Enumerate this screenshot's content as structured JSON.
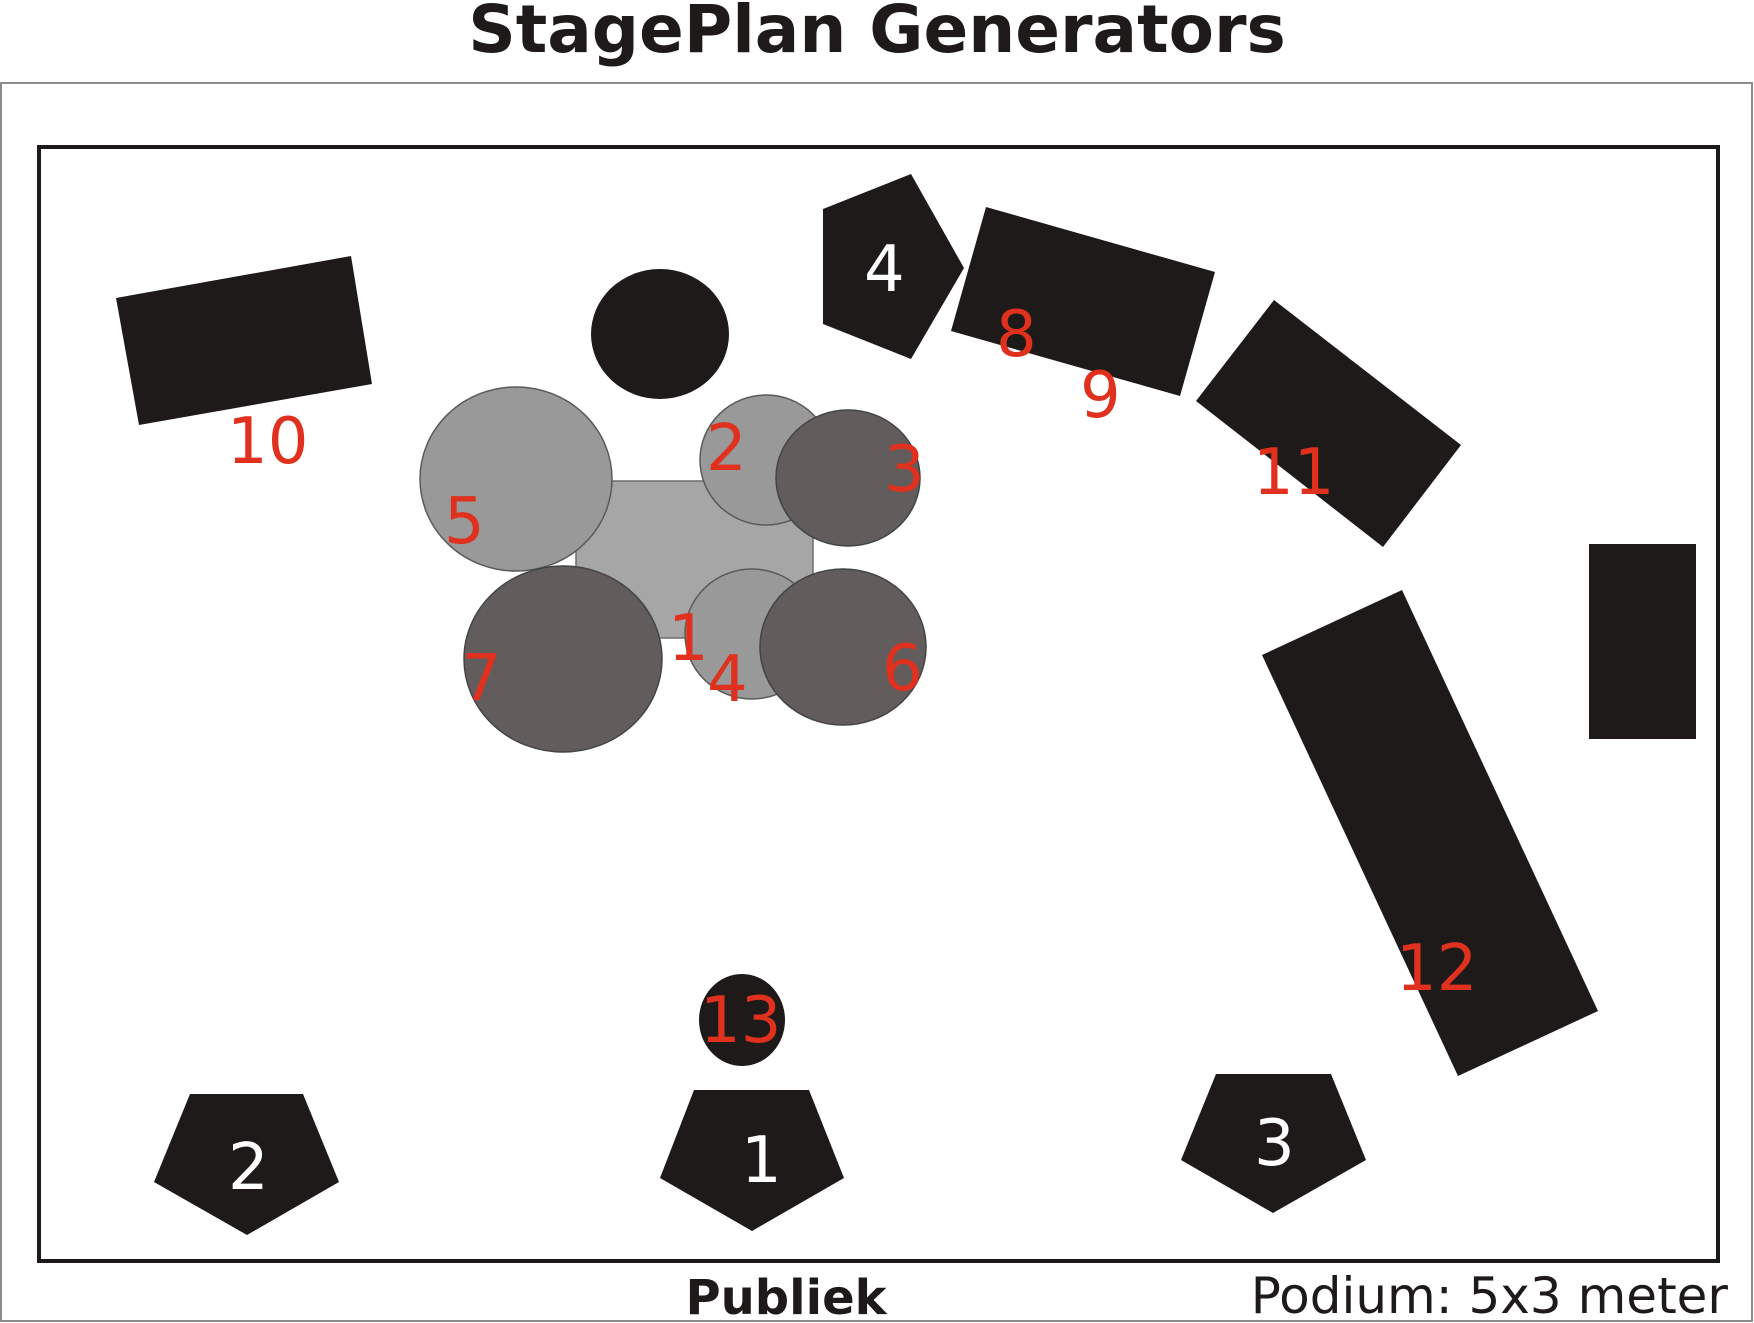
{
  "title": "StagePlan Generators",
  "footer": {
    "audience": "Publiek",
    "stage_size": "Podium: 5x3 meter"
  },
  "colors": {
    "equipment": "#1e1a19",
    "drum_light": "#999999",
    "drum_dark": "#625c5d",
    "drum_riser": "#a6a6a6",
    "label_red": "#e0301e",
    "label_white": "#ffffff"
  },
  "drum_kit": {
    "labels": [
      "1",
      "2",
      "3",
      "4",
      "5",
      "6",
      "7"
    ]
  },
  "equipment_labels": [
    "8",
    "9",
    "10",
    "11",
    "12",
    "13"
  ],
  "monitors": {
    "back": "4",
    "front": [
      "2",
      "1",
      "3"
    ]
  }
}
